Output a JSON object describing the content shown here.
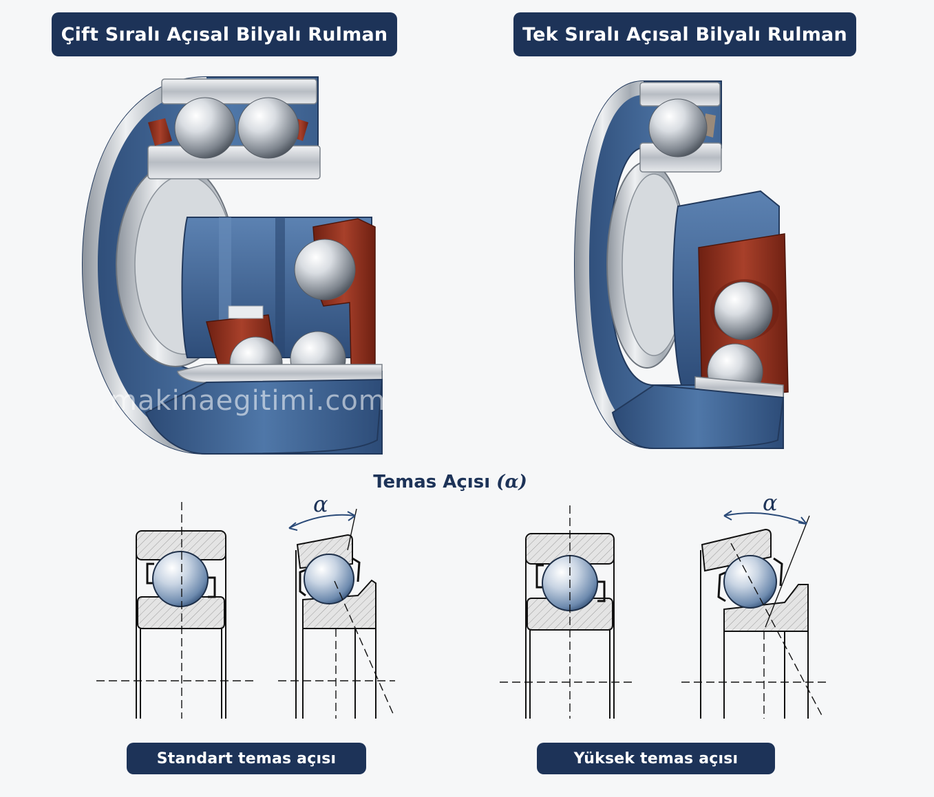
{
  "titles": {
    "double_row": "Çift Sıralı Açısal Bilyalı Rulman",
    "single_row": "Tek Sıralı Açısal Bilyalı Rulman"
  },
  "watermark": "makinaegitimi.com",
  "contact_angle": {
    "title": "Temas Açısı",
    "symbol": "(α)",
    "angle_symbol": "α"
  },
  "captions": {
    "standard": "Standart temas açısı",
    "high": "Yüksek temas açısı"
  },
  "colors": {
    "label_bg": "#1d3358",
    "ring_blue": "#3d5f8c",
    "cage_red": "#8c2c1c",
    "steel": "#c9cdd2"
  }
}
